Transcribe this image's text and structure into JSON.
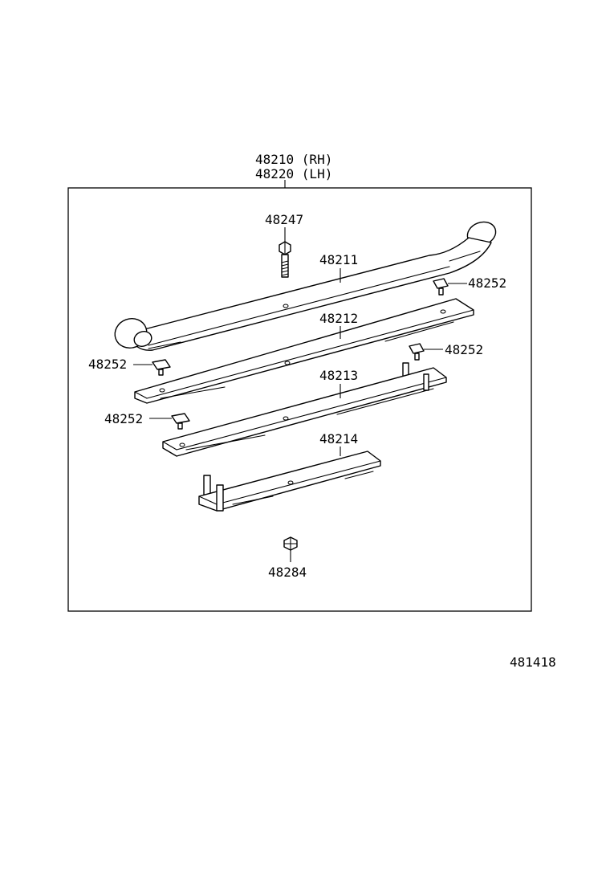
{
  "assembly": {
    "part_rh": "48210 (RH)",
    "part_lh": "48220 (LH)"
  },
  "parts": {
    "bolt": "48247",
    "leaf_no1": "48211",
    "leaf_no2": "48212",
    "leaf_no3": "48213",
    "leaf_no4": "48214",
    "clip_right_upper": "48252",
    "clip_right_lower": "48252",
    "clip_left_upper": "48252",
    "clip_left_lower": "48252",
    "nut": "48284"
  },
  "diagram_id": "481418"
}
